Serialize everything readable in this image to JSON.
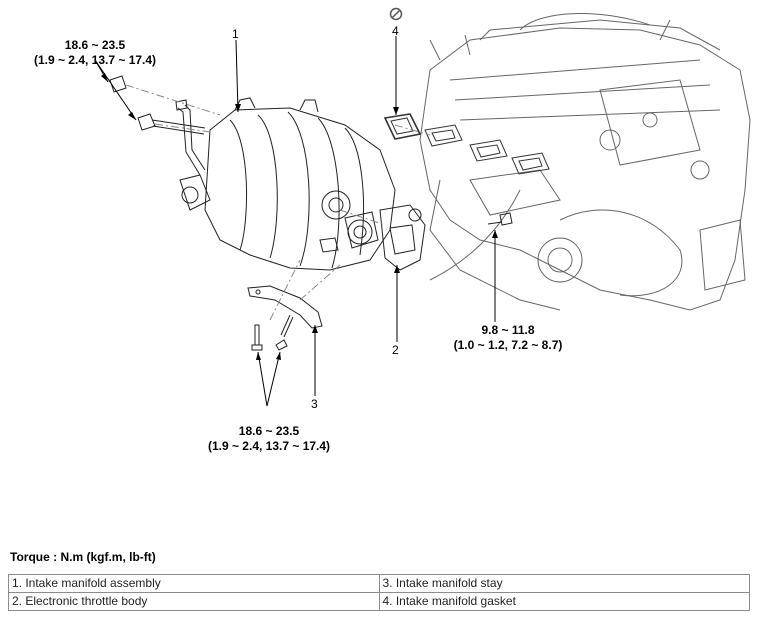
{
  "diagram": {
    "callouts": {
      "c1": "1",
      "c2": "2",
      "c3": "3",
      "c4": "4"
    },
    "torques": {
      "upper_left": {
        "line1": "18.6 ~ 23.5",
        "line2": "(1.9 ~ 2.4, 13.7 ~ 17.4)"
      },
      "right": {
        "line1": "9.8 ~ 11.8",
        "line2": "(1.0 ~ 1.2, 7.2 ~ 8.7)"
      },
      "bottom": {
        "line1": "18.6 ~ 23.5",
        "line2": "(1.9 ~ 2.4, 13.7 ~ 17.4)"
      }
    },
    "icons": [
      "do-not-reuse-icon"
    ]
  },
  "torque_title": "Torque : N.m (kgf.m, lb-ft)",
  "parts_table": {
    "rows": [
      [
        "1. Intake manifold assembly",
        "3. Intake manifold stay"
      ],
      [
        "2. Electronic throttle body",
        "4. Intake manifold gasket"
      ]
    ]
  }
}
